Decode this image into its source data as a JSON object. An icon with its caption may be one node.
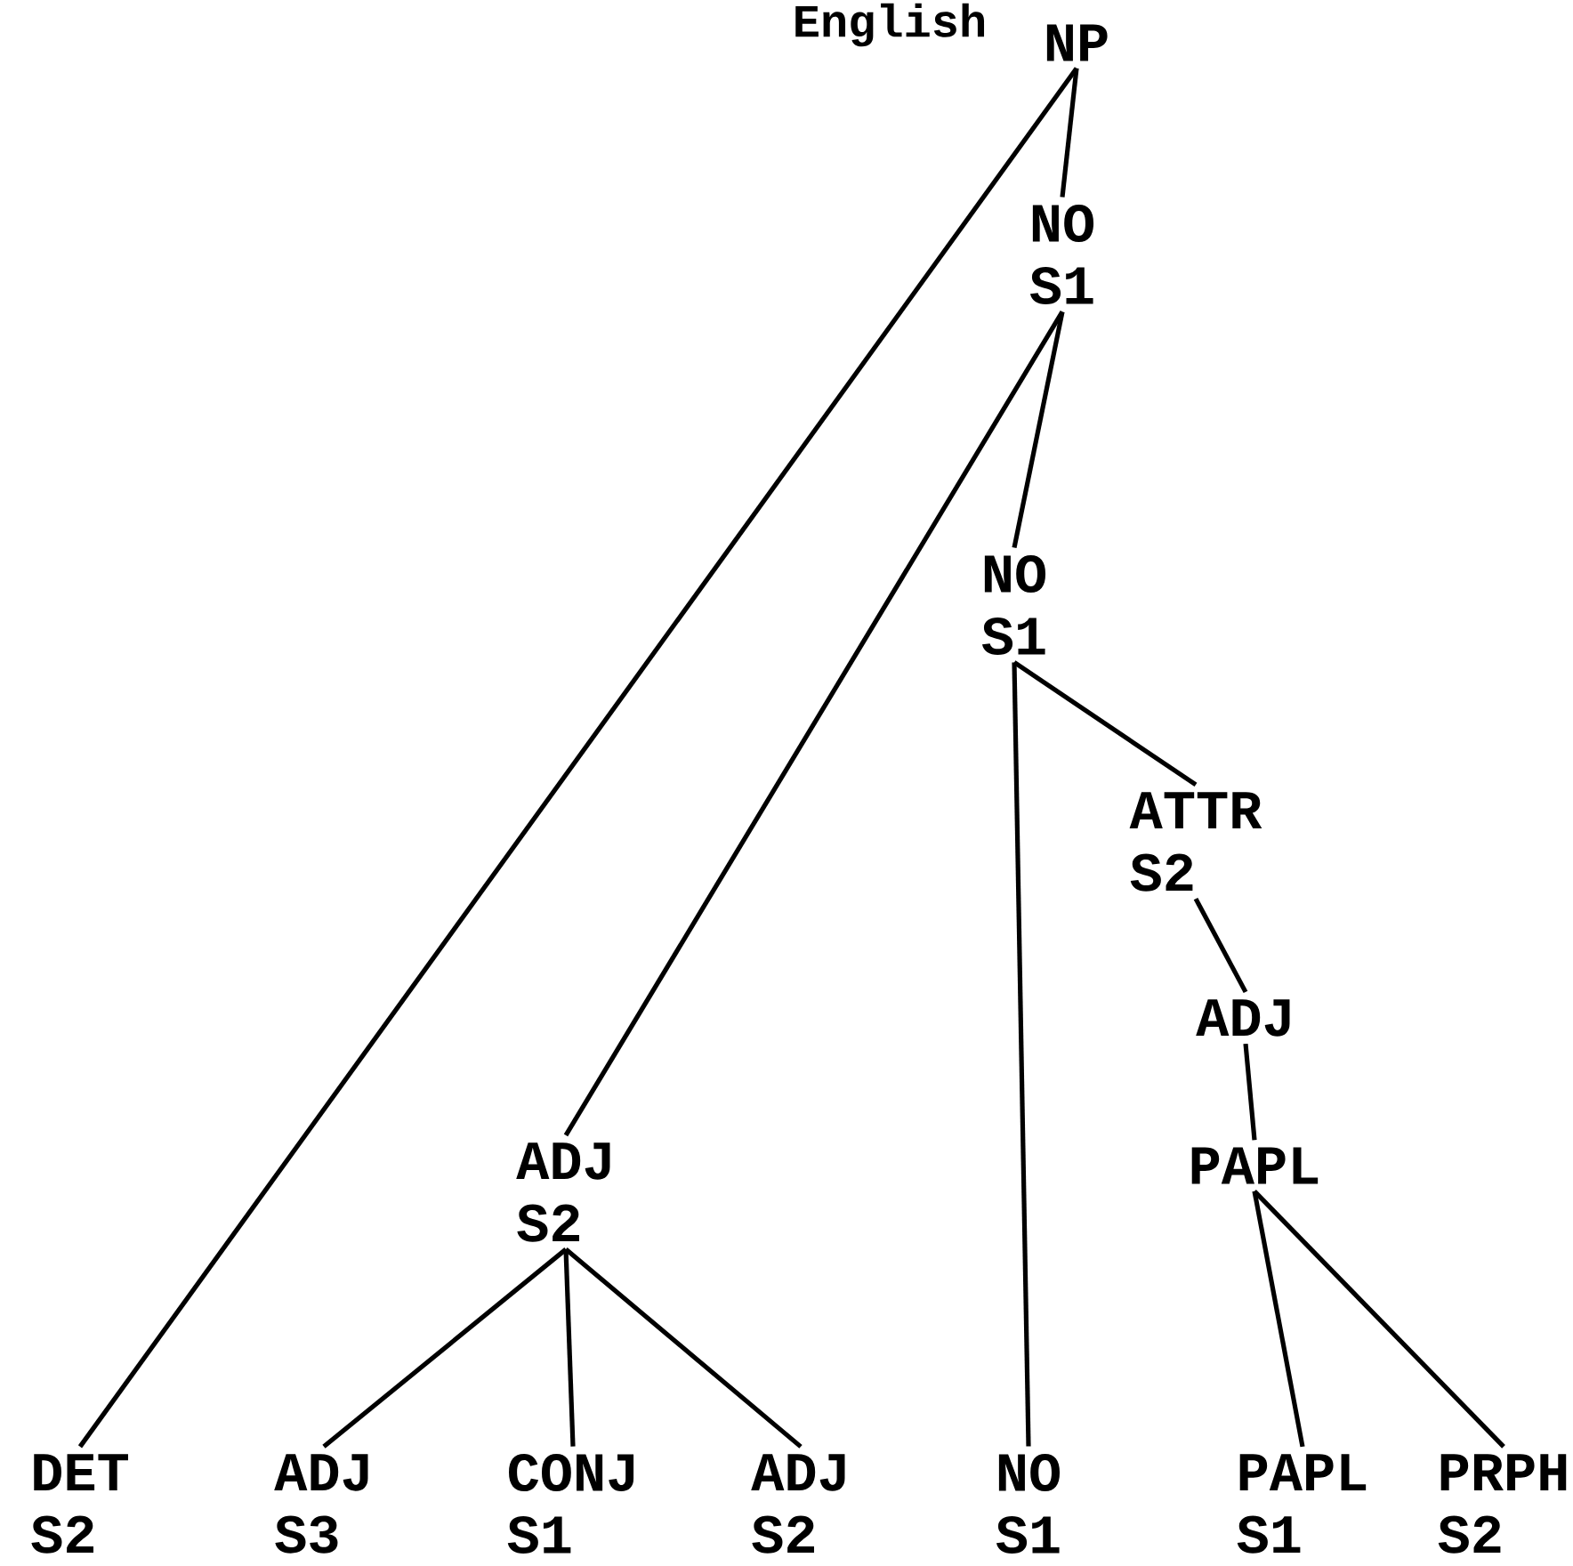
{
  "diagram": {
    "title": "English",
    "nodes": [
      {
        "text": [
          "NP"
        ]
      },
      {
        "text": [
          "NO",
          "S1"
        ]
      },
      {
        "text": [
          "NO",
          "S1"
        ]
      },
      {
        "text": [
          "ATTR",
          "S2"
        ]
      },
      {
        "text": [
          "ADJ"
        ]
      },
      {
        "text": [
          "PAPL"
        ]
      },
      {
        "text": [
          "ADJ",
          "S2"
        ]
      },
      {
        "text": [
          "DET",
          "S2"
        ]
      },
      {
        "text": [
          "ADJ",
          "S3"
        ]
      },
      {
        "text": [
          "CONJ",
          "S1"
        ]
      },
      {
        "text": [
          "ADJ",
          "S2"
        ]
      },
      {
        "text": [
          "NO",
          "S1"
        ]
      },
      {
        "text": [
          "PAPL",
          "S1"
        ]
      },
      {
        "text": [
          "PRPH",
          "S2"
        ]
      }
    ],
    "edges": [
      {
        "from": 0,
        "to": 1,
        "arrow": "none"
      },
      {
        "from": 0,
        "to": 7,
        "arrow": "none"
      },
      {
        "from": 1,
        "to": 2,
        "arrow": "none"
      },
      {
        "from": 1,
        "to": 6,
        "arrow": "none"
      },
      {
        "from": 2,
        "to": 11,
        "arrow": "none"
      },
      {
        "from": 2,
        "to": 3,
        "arrow": "none"
      },
      {
        "from": 3,
        "to": 4,
        "arrow": "none"
      },
      {
        "from": 4,
        "to": 5,
        "arrow": "none"
      },
      {
        "from": 5,
        "to": 12,
        "arrow": "none"
      },
      {
        "from": 5,
        "to": 13,
        "arrow": "none"
      },
      {
        "from": 6,
        "to": 8,
        "arrow": "none"
      },
      {
        "from": 6,
        "to": 9,
        "arrow": "none"
      },
      {
        "from": 6,
        "to": 10,
        "arrow": "none"
      }
    ]
  }
}
